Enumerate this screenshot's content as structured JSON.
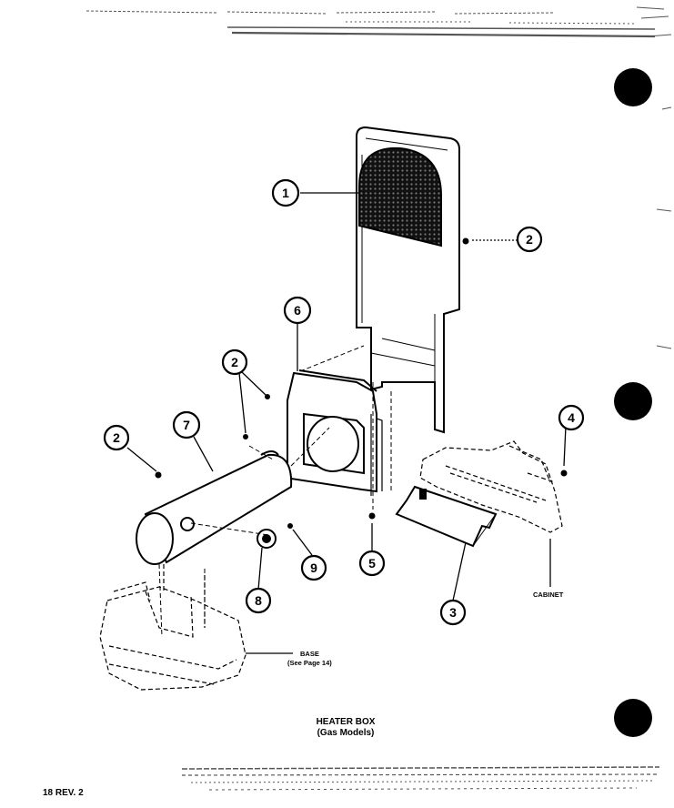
{
  "diagram": {
    "title_line1": "HEATER BOX",
    "title_line2": "(Gas Models)",
    "page_number": "18 REV. 2",
    "labels": {
      "base": "BASE",
      "base_note": "(See Page 14)",
      "cabinet": "CABINET"
    },
    "callouts": [
      "1",
      "2",
      "2",
      "2",
      "2",
      "3",
      "4",
      "5",
      "6",
      "7",
      "8",
      "9"
    ]
  }
}
